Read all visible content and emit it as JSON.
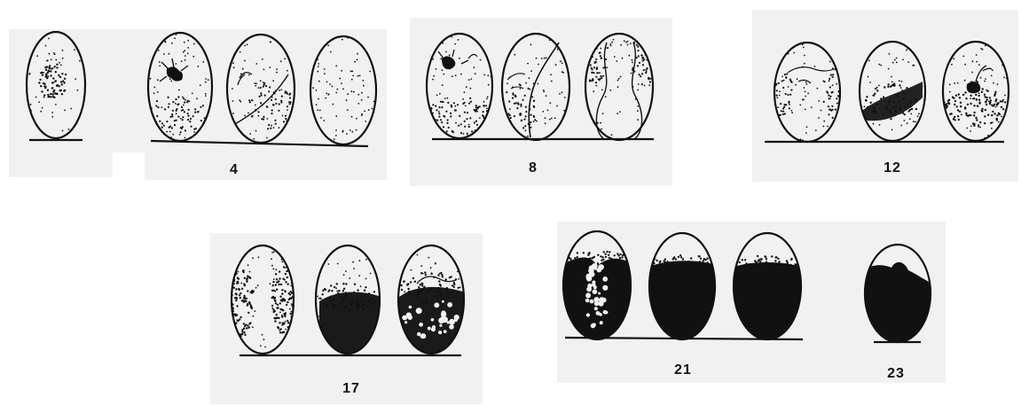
{
  "figure": {
    "panels": [
      {
        "id": "p0",
        "label": "",
        "eggs": [
          {
            "stage": "spot"
          }
        ]
      },
      {
        "id": "p4",
        "label": "4",
        "eggs": [
          {
            "stage": "embryo"
          },
          {
            "stage": "diag-mid"
          },
          {
            "stage": "light"
          }
        ]
      },
      {
        "id": "p8",
        "label": "8",
        "eggs": [
          {
            "stage": "embryo-lower"
          },
          {
            "stage": "diag"
          },
          {
            "stage": "vase"
          }
        ]
      },
      {
        "id": "p12",
        "label": "12",
        "eggs": [
          {
            "stage": "sides"
          },
          {
            "stage": "band-dark"
          },
          {
            "stage": "embryo-dark"
          }
        ]
      },
      {
        "id": "p17",
        "label": "17",
        "eggs": [
          {
            "stage": "sides-dark"
          },
          {
            "stage": "bottom-dark"
          },
          {
            "stage": "mottled-dark"
          }
        ]
      },
      {
        "id": "p21",
        "label": "21",
        "eggs": [
          {
            "stage": "black-mid"
          },
          {
            "stage": "black-cap"
          },
          {
            "stage": "black-cap2"
          }
        ]
      },
      {
        "id": "p23",
        "label": "23",
        "eggs": [
          {
            "stage": "black-notch"
          }
        ]
      }
    ],
    "colors": {
      "ink": "#111111",
      "paper": "#ffffff",
      "panel": "#f1f1f1"
    }
  }
}
